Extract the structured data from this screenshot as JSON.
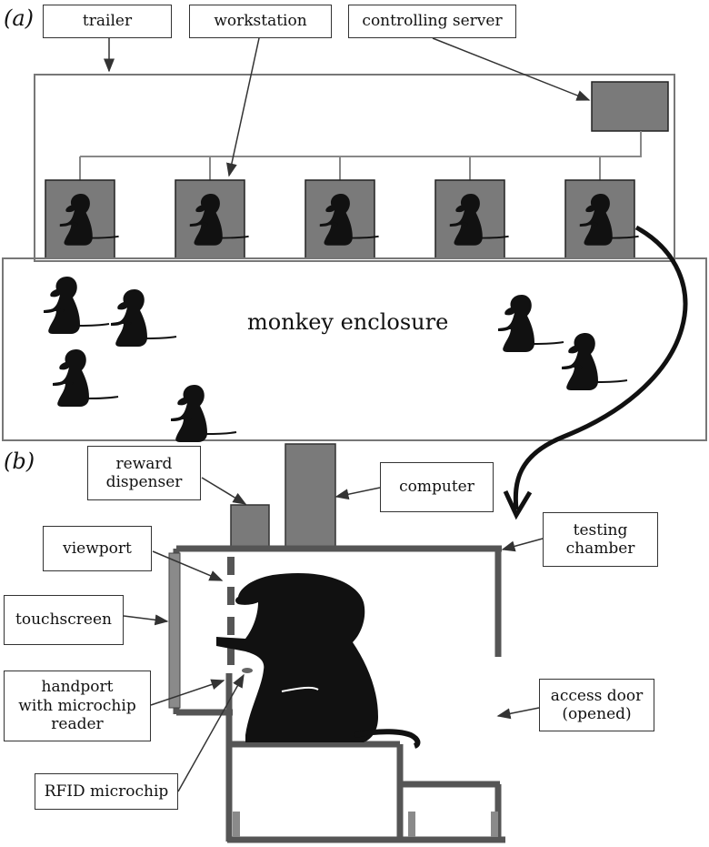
{
  "panel_a": {
    "letter": "(a)",
    "labels": {
      "trailer": "trailer",
      "workstation": "workstation",
      "controlling_server": "controlling server"
    },
    "enclosure_label": "monkey enclosure"
  },
  "panel_b": {
    "letter": "(b)",
    "labels": {
      "reward_dispenser": "reward\ndispenser",
      "computer": "computer",
      "viewport": "viewport",
      "touchscreen": "touchscreen",
      "handport": "handport\nwith microchip\nreader",
      "rfid": "RFID microchip",
      "testing_chamber": "testing\nchamber",
      "access_door": "access door\n(opened)"
    }
  },
  "colors": {
    "box_fill": "#7a7a7a",
    "frame": "#555555",
    "monkey": "#111111"
  }
}
